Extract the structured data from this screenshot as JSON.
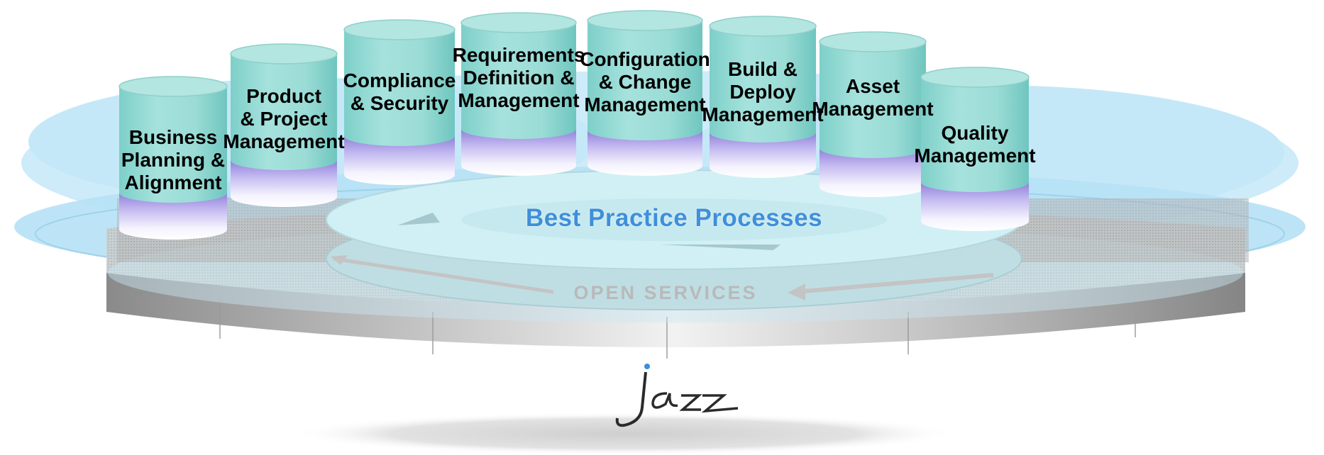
{
  "pillars": [
    {
      "lines": [
        "Business",
        "Planning &",
        "Alignment"
      ]
    },
    {
      "lines": [
        "Product",
        "& Project",
        "Management"
      ]
    },
    {
      "lines": [
        "Compliance",
        "& Security"
      ]
    },
    {
      "lines": [
        "Requirements",
        "Definition &",
        "Management"
      ]
    },
    {
      "lines": [
        "Configuration",
        "& Change",
        "Management"
      ]
    },
    {
      "lines": [
        "Build &",
        "Deploy",
        "Management"
      ]
    },
    {
      "lines": [
        "Asset",
        "Management"
      ]
    },
    {
      "lines": [
        "Quality",
        "Management"
      ]
    }
  ],
  "platform": {
    "best_practice_label": "Best Practice Processes",
    "open_services_label": "OPEN  SERVICES",
    "logo_text": "jazz"
  },
  "colors": {
    "cylinder_top": "#a9dfdb",
    "cylinder_body": "#97dcd6",
    "cylinder_band": "#9d8fe0",
    "cloud": "#b6e3f5",
    "disc_side": "#9c9c9c",
    "accent_text": "#3f8fd9"
  }
}
